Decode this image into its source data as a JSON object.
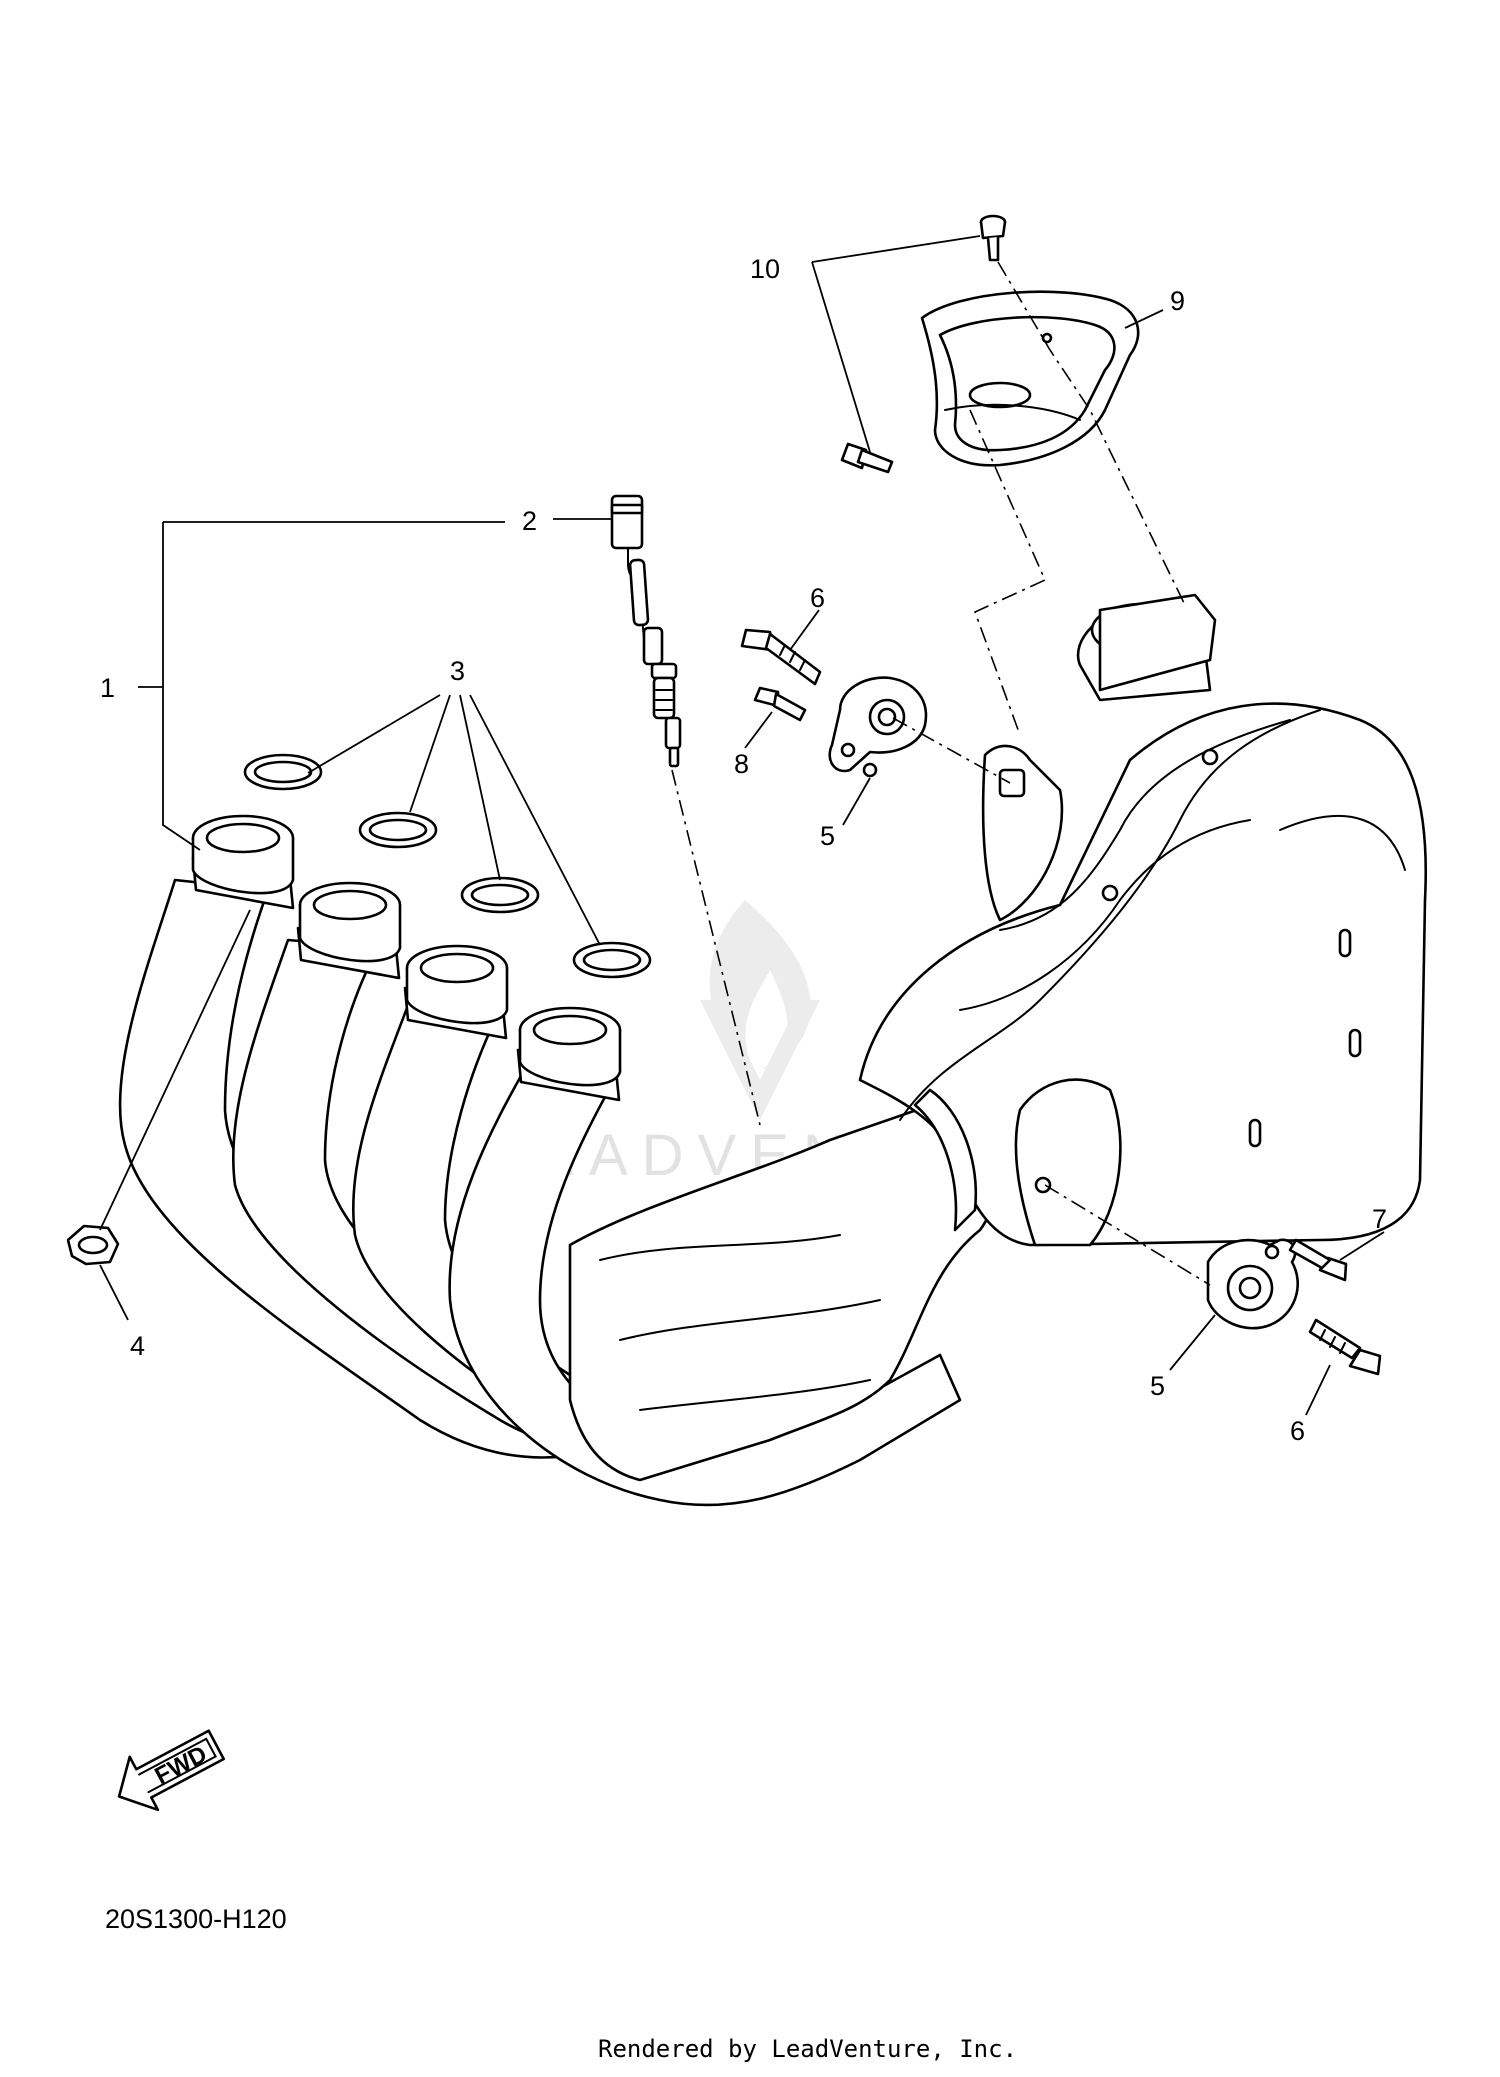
{
  "diagram": {
    "reference_code": "20S1300-H120",
    "footer": "Rendered by LeadVenture, Inc.",
    "watermark": "LEADVENTURE",
    "direction_label": "FWD",
    "callouts": [
      {
        "id": "c1",
        "label": "1"
      },
      {
        "id": "c2",
        "label": "2"
      },
      {
        "id": "c3",
        "label": "3"
      },
      {
        "id": "c4",
        "label": "4"
      },
      {
        "id": "c5a",
        "label": "5"
      },
      {
        "id": "c5b",
        "label": "5"
      },
      {
        "id": "c6a",
        "label": "6"
      },
      {
        "id": "c6b",
        "label": "6"
      },
      {
        "id": "c7",
        "label": "7"
      },
      {
        "id": "c8",
        "label": "8"
      },
      {
        "id": "c9",
        "label": "9"
      },
      {
        "id": "c10",
        "label": "10"
      }
    ]
  }
}
